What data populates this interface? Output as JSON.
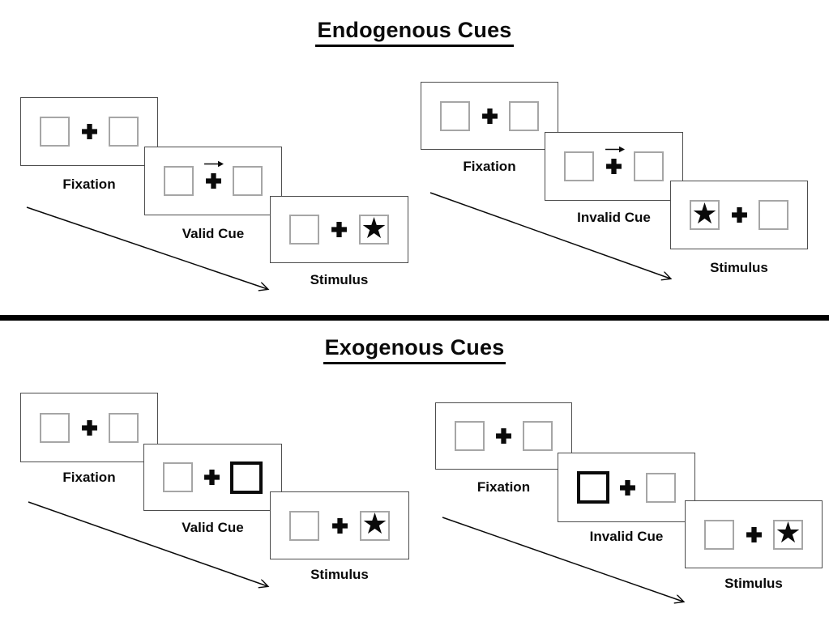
{
  "colors": {
    "background": "#ffffff",
    "ink": "#0a0a0a",
    "card_border": "#4d4d4d",
    "square_border": "#a6a6a6",
    "divider": "#000000"
  },
  "glyphs": {
    "star": "★"
  },
  "sections": [
    {
      "id": "endogenous",
      "title": "Endogenous Cues",
      "panels": [
        {
          "id": "endogenous-valid",
          "fixation_label": "Fixation",
          "cue_label": "Valid Cue",
          "stimulus_label": "Stimulus",
          "cue_type": "central-arrow",
          "cue_direction": "right",
          "stimulus_side": "right"
        },
        {
          "id": "endogenous-invalid",
          "fixation_label": "Fixation",
          "cue_label": "Invalid Cue",
          "stimulus_label": "Stimulus",
          "cue_type": "central-arrow",
          "cue_direction": "right",
          "stimulus_side": "left"
        }
      ]
    },
    {
      "id": "exogenous",
      "title": "Exogenous Cues",
      "panels": [
        {
          "id": "exogenous-valid",
          "fixation_label": "Fixation",
          "cue_label": "Valid Cue",
          "stimulus_label": "Stimulus",
          "cue_type": "peripheral-box",
          "cue_side": "right",
          "stimulus_side": "right"
        },
        {
          "id": "exogenous-invalid",
          "fixation_label": "Fixation",
          "cue_label": "Invalid Cue",
          "stimulus_label": "Stimulus",
          "cue_type": "peripheral-box",
          "cue_side": "left",
          "stimulus_side": "right"
        }
      ]
    }
  ]
}
